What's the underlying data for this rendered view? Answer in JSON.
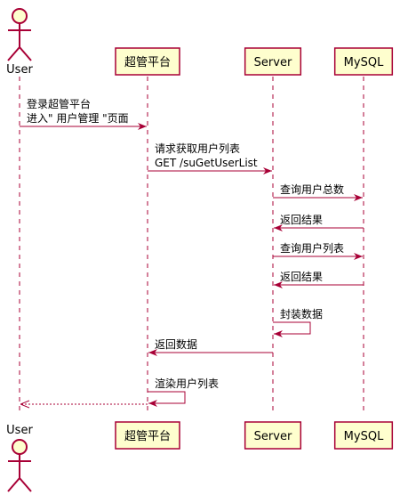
{
  "colors": {
    "background": "#ffffff",
    "participant_fill": "#FEFECE",
    "participant_border": "#A80036",
    "lifeline": "#A80036",
    "arrow": "#A80036",
    "text": "#000000"
  },
  "participants": [
    {
      "id": "user",
      "label": "User",
      "kind": "actor"
    },
    {
      "id": "platform",
      "label": "超管平台",
      "kind": "participant"
    },
    {
      "id": "server",
      "label": "Server",
      "kind": "participant"
    },
    {
      "id": "mysql",
      "label": "MySQL",
      "kind": "participant"
    }
  ],
  "messages": [
    {
      "from": "user",
      "to": "platform",
      "lines": [
        "登录超管平台",
        "进入\" 用户管理 \"页面"
      ],
      "style": "solid"
    },
    {
      "from": "platform",
      "to": "server",
      "lines": [
        "请求获取用户列表",
        "GET /suGetUserList"
      ],
      "style": "solid"
    },
    {
      "from": "server",
      "to": "mysql",
      "lines": [
        "查询用户总数"
      ],
      "style": "solid"
    },
    {
      "from": "mysql",
      "to": "server",
      "lines": [
        "返回结果"
      ],
      "style": "solid"
    },
    {
      "from": "server",
      "to": "mysql",
      "lines": [
        "查询用户列表"
      ],
      "style": "solid"
    },
    {
      "from": "mysql",
      "to": "server",
      "lines": [
        "返回结果"
      ],
      "style": "solid"
    },
    {
      "from": "server",
      "to": "server",
      "lines": [
        "封装数据"
      ],
      "style": "self"
    },
    {
      "from": "server",
      "to": "platform",
      "lines": [
        "返回数据"
      ],
      "style": "solid"
    },
    {
      "from": "platform",
      "to": "platform",
      "lines": [
        "渲染用户列表"
      ],
      "style": "self"
    },
    {
      "from": "platform",
      "to": "user",
      "lines": [],
      "style": "dashed"
    }
  ]
}
